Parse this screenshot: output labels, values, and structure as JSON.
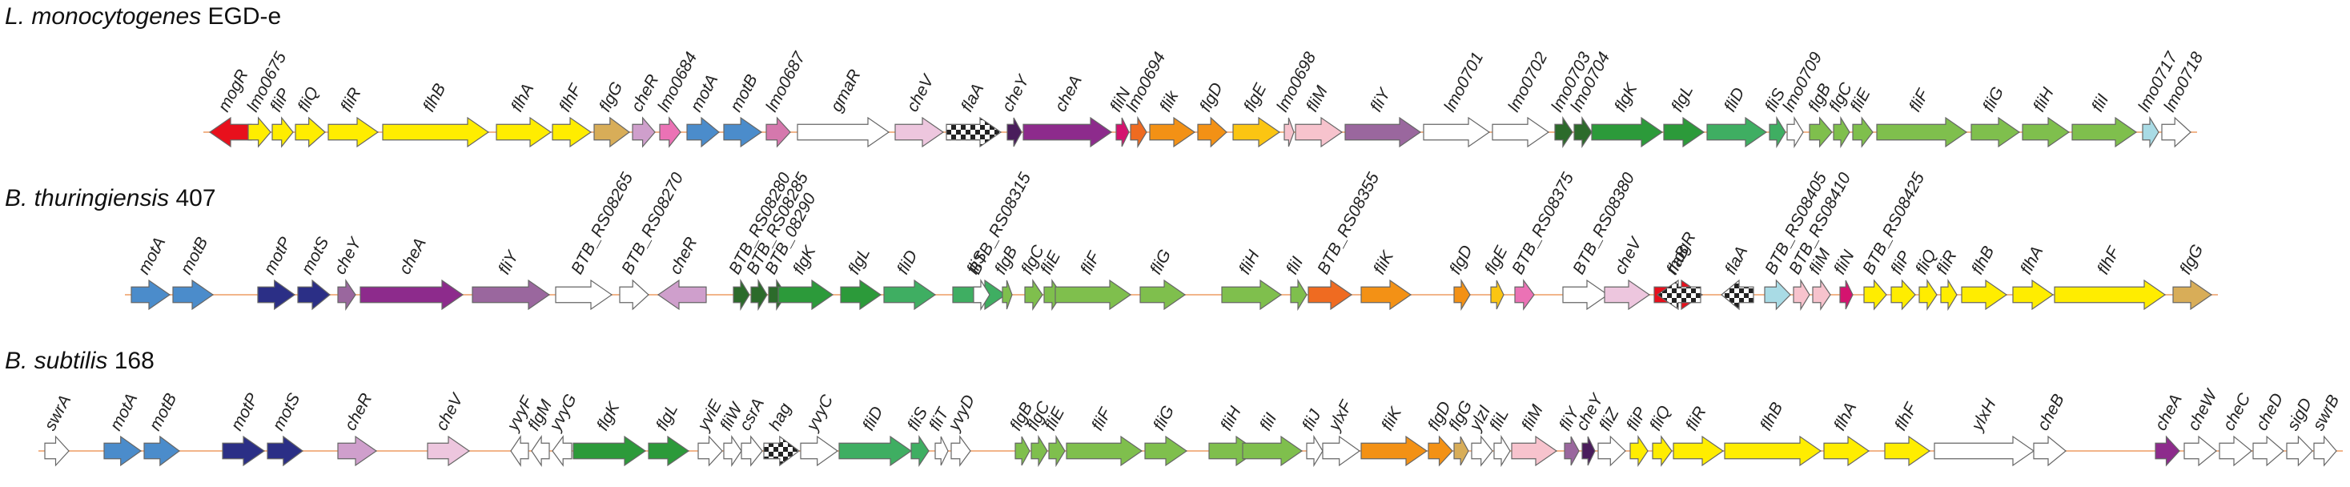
{
  "colors": {
    "red": "#e8101c",
    "yellow": "#ffed00",
    "tan": "#d8ad58",
    "lavender": "#cf9fcc",
    "pink_magenta": "#eb72b5",
    "blue": "#4b8ccb",
    "navy": "#2b2f86",
    "mauve": "#d578ad",
    "white": "#ffffff",
    "pale_pink": "#edc6de",
    "checker": "#222222",
    "purple": "#8d2b8c",
    "dark_purple": "#4a1d5c",
    "magenta": "#d4136f",
    "orange_red": "#ef6b21",
    "orange": "#f39115",
    "gold": "#fbc512",
    "light_pink": "#f7c3cd",
    "violet": "#9a679e",
    "dark_green": "#2c6b2b",
    "green": "#2c9a3a",
    "mid_green": "#3fae62",
    "lime": "#7fbf4d",
    "light_blue": "#a9dbe5",
    "stroke": "#666666",
    "axis": "#f2b58a"
  },
  "tracks": [
    {
      "title_italic": "L. monocytogenes",
      "title_plain": " EGD-e",
      "genes": [
        {
          "label": "mogR",
          "dir": "left",
          "color": "red"
        },
        {
          "label": "lmo0675",
          "dir": "right",
          "color": "yellow"
        },
        {
          "label": "fliP",
          "dir": "right",
          "color": "yellow"
        },
        {
          "label": "fliQ",
          "dir": "right",
          "color": "yellow"
        },
        {
          "label": "fliR",
          "dir": "right",
          "color": "yellow"
        },
        {
          "label": "flhB",
          "dir": "right",
          "color": "yellow"
        },
        {
          "label": "flhA",
          "dir": "right",
          "color": "yellow"
        },
        {
          "label": "flhF",
          "dir": "right",
          "color": "yellow"
        },
        {
          "label": "flgG",
          "dir": "right",
          "color": "tan"
        },
        {
          "label": "cheR",
          "dir": "right",
          "color": "lavender"
        },
        {
          "label": "lmo0684",
          "dir": "right",
          "color": "pink_magenta"
        },
        {
          "label": "motA",
          "dir": "right",
          "color": "blue"
        },
        {
          "label": "motB",
          "dir": "right",
          "color": "blue"
        },
        {
          "label": "lmo0687",
          "dir": "right",
          "color": "mauve"
        },
        {
          "label": "gmaR",
          "dir": "right",
          "color": "white"
        },
        {
          "label": "cheV",
          "dir": "right",
          "color": "pale_pink"
        },
        {
          "label": "flaA",
          "dir": "right",
          "color": "checker"
        },
        {
          "label": "cheY",
          "dir": "right",
          "color": "dark_purple"
        },
        {
          "label": "cheA",
          "dir": "right",
          "color": "purple"
        },
        {
          "label": "fliN",
          "dir": "right",
          "color": "magenta"
        },
        {
          "label": "lmo0694",
          "dir": "right",
          "color": "orange_red"
        },
        {
          "label": "flik",
          "dir": "right",
          "color": "orange"
        },
        {
          "label": "flgD",
          "dir": "right",
          "color": "orange"
        },
        {
          "label": "flgE",
          "dir": "right",
          "color": "gold"
        },
        {
          "label": "lmo0698",
          "dir": "right",
          "color": "light_pink"
        },
        {
          "label": "fliM",
          "dir": "right",
          "color": "light_pink"
        },
        {
          "label": "fliY",
          "dir": "right",
          "color": "violet"
        },
        {
          "label": "lmo0701",
          "dir": "right",
          "color": "white"
        },
        {
          "label": "lmo0702",
          "dir": "right",
          "color": "white"
        },
        {
          "label": "lmo0703",
          "dir": "right",
          "color": "dark_green"
        },
        {
          "label": "lmo0704",
          "dir": "right",
          "color": "dark_green"
        },
        {
          "label": "flgK",
          "dir": "right",
          "color": "green"
        },
        {
          "label": "flgL",
          "dir": "right",
          "color": "green"
        },
        {
          "label": "fliD",
          "dir": "right",
          "color": "mid_green"
        },
        {
          "label": "fliS",
          "dir": "right",
          "color": "mid_green"
        },
        {
          "label": "lmo0709",
          "dir": "right",
          "color": "white"
        },
        {
          "label": "flgB",
          "dir": "right",
          "color": "lime"
        },
        {
          "label": "flgC",
          "dir": "right",
          "color": "lime"
        },
        {
          "label": "fliE",
          "dir": "right",
          "color": "lime"
        },
        {
          "label": "fliF",
          "dir": "right",
          "color": "lime"
        },
        {
          "label": "fliG",
          "dir": "right",
          "color": "lime"
        },
        {
          "label": "fliH",
          "dir": "right",
          "color": "lime"
        },
        {
          "label": "fliI",
          "dir": "right",
          "color": "lime"
        },
        {
          "label": "lmo0717",
          "dir": "right",
          "color": "light_blue"
        },
        {
          "label": "lmo0718",
          "dir": "right",
          "color": "white"
        }
      ]
    },
    {
      "title_italic": "B. thuringiensis",
      "title_plain": " 407",
      "genes": [
        {
          "label": "motA",
          "dir": "right",
          "color": "blue"
        },
        {
          "label": "motB",
          "dir": "right",
          "color": "blue"
        },
        {
          "label": "motP",
          "dir": "right",
          "color": "navy"
        },
        {
          "label": "motS",
          "dir": "right",
          "color": "navy"
        },
        {
          "label": "cheY",
          "dir": "right",
          "color": "violet"
        },
        {
          "label": "cheA",
          "dir": "right",
          "color": "purple"
        },
        {
          "label": "fliY",
          "dir": "right",
          "color": "violet"
        },
        {
          "label": "BTB_RS08265",
          "dir": "right",
          "color": "white"
        },
        {
          "label": "BTB_RS08270",
          "dir": "right",
          "color": "white"
        },
        {
          "label": "cheR",
          "dir": "left",
          "color": "lavender"
        },
        {
          "label": "BTB_RS08280",
          "dir": "right",
          "color": "dark_green"
        },
        {
          "label": "BTB_RS08285",
          "dir": "right",
          "color": "dark_green"
        },
        {
          "label": "BTB_08290",
          "dir": "right",
          "color": "dark_green"
        },
        {
          "label": "flgK",
          "dir": "right",
          "color": "green"
        },
        {
          "label": "flgL",
          "dir": "right",
          "color": "green"
        },
        {
          "label": "fliD",
          "dir": "right",
          "color": "mid_green"
        },
        {
          "label": "fliS",
          "dir": "right",
          "color": "mid_green"
        },
        {
          "label": "BTB_RS08315",
          "dir": "right",
          "color": "white"
        },
        {
          "label": "flgB",
          "dir": "right",
          "color": "lime"
        },
        {
          "label": "flgC",
          "dir": "right",
          "color": "lime"
        },
        {
          "label": "fliE",
          "dir": "right",
          "color": "lime"
        },
        {
          "label": "fliF",
          "dir": "right",
          "color": "lime"
        },
        {
          "label": "fliG",
          "dir": "right",
          "color": "lime"
        },
        {
          "label": "fliH",
          "dir": "right",
          "color": "lime"
        },
        {
          "label": "fliI",
          "dir": "right",
          "color": "lime"
        },
        {
          "label": "BTB_RS08355",
          "dir": "right",
          "color": "orange_red"
        },
        {
          "label": "fliK",
          "dir": "right",
          "color": "orange"
        },
        {
          "label": "flgD",
          "dir": "right",
          "color": "orange"
        },
        {
          "label": "flgE",
          "dir": "right",
          "color": "gold"
        },
        {
          "label": "BTB_RS08375",
          "dir": "right",
          "color": "pink_magenta"
        },
        {
          "label": "BTB_RS08380",
          "dir": "right",
          "color": "white"
        },
        {
          "label": "cheV",
          "dir": "right",
          "color": "pale_pink"
        },
        {
          "label": "mogR",
          "dir": "right",
          "color": "red"
        },
        {
          "label": "flaB",
          "dir": "left",
          "color": "checker"
        },
        {
          "label": "flaA",
          "dir": "left",
          "color": "checker"
        },
        {
          "label": "BTB_RS08405",
          "dir": "right",
          "color": "light_blue"
        },
        {
          "label": "BTB_RS08410",
          "dir": "right",
          "color": "light_pink"
        },
        {
          "label": "fliM",
          "dir": "right",
          "color": "light_pink"
        },
        {
          "label": "fliN",
          "dir": "right",
          "color": "magenta"
        },
        {
          "label": "BTB_RS08425",
          "dir": "right",
          "color": "yellow"
        },
        {
          "label": "fliP",
          "dir": "right",
          "color": "yellow"
        },
        {
          "label": "fliQ",
          "dir": "right",
          "color": "yellow"
        },
        {
          "label": "fliR",
          "dir": "right",
          "color": "yellow"
        },
        {
          "label": "flhB",
          "dir": "right",
          "color": "yellow"
        },
        {
          "label": "flhA",
          "dir": "right",
          "color": "yellow"
        },
        {
          "label": "flhF",
          "dir": "right",
          "color": "yellow"
        },
        {
          "label": "flgG",
          "dir": "right",
          "color": "tan"
        }
      ]
    },
    {
      "title_italic": "B. subtilis",
      "title_plain": " 168",
      "genes": [
        {
          "label": "swrA",
          "dir": "right",
          "color": "white"
        },
        {
          "label": "motA",
          "dir": "right",
          "color": "blue"
        },
        {
          "label": "motB",
          "dir": "right",
          "color": "blue"
        },
        {
          "label": "motP",
          "dir": "right",
          "color": "navy"
        },
        {
          "label": "motS",
          "dir": "right",
          "color": "navy"
        },
        {
          "label": "cheR",
          "dir": "right",
          "color": "lavender"
        },
        {
          "label": "cheV",
          "dir": "right",
          "color": "pale_pink"
        },
        {
          "label": "yvyF",
          "dir": "left",
          "color": "white"
        },
        {
          "label": "flgM",
          "dir": "left",
          "color": "white"
        },
        {
          "label": "yvyG",
          "dir": "left",
          "color": "white"
        },
        {
          "label": "flgK",
          "dir": "right",
          "color": "green"
        },
        {
          "label": "flgL",
          "dir": "right",
          "color": "green"
        },
        {
          "label": "yviE",
          "dir": "right",
          "color": "white"
        },
        {
          "label": "fliW",
          "dir": "right",
          "color": "white"
        },
        {
          "label": "csrA",
          "dir": "right",
          "color": "white"
        },
        {
          "label": "hag",
          "dir": "right",
          "color": "checker"
        },
        {
          "label": "yvyC",
          "dir": "right",
          "color": "white"
        },
        {
          "label": "fliD",
          "dir": "right",
          "color": "mid_green"
        },
        {
          "label": "fliS",
          "dir": "right",
          "color": "mid_green"
        },
        {
          "label": "fliT",
          "dir": "right",
          "color": "white"
        },
        {
          "label": "yvyD",
          "dir": "right",
          "color": "white"
        },
        {
          "label": "flgB",
          "dir": "right",
          "color": "lime"
        },
        {
          "label": "flgC",
          "dir": "right",
          "color": "lime"
        },
        {
          "label": "fliE",
          "dir": "right",
          "color": "lime"
        },
        {
          "label": "fliF",
          "dir": "right",
          "color": "lime"
        },
        {
          "label": "fliG",
          "dir": "right",
          "color": "lime"
        },
        {
          "label": "fliH",
          "dir": "right",
          "color": "lime"
        },
        {
          "label": "fliI",
          "dir": "right",
          "color": "lime"
        },
        {
          "label": "fliJ",
          "dir": "right",
          "color": "white"
        },
        {
          "label": "ylxF",
          "dir": "right",
          "color": "white"
        },
        {
          "label": "fliK",
          "dir": "right",
          "color": "orange"
        },
        {
          "label": "flgD",
          "dir": "right",
          "color": "orange"
        },
        {
          "label": "flgG",
          "dir": "right",
          "color": "tan"
        },
        {
          "label": "ylzI",
          "dir": "right",
          "color": "white"
        },
        {
          "label": "fliL",
          "dir": "right",
          "color": "white"
        },
        {
          "label": "fliM",
          "dir": "right",
          "color": "light_pink"
        },
        {
          "label": "fliY",
          "dir": "right",
          "color": "violet"
        },
        {
          "label": "cheY",
          "dir": "right",
          "color": "dark_purple"
        },
        {
          "label": "fliZ",
          "dir": "right",
          "color": "white"
        },
        {
          "label": "fliP",
          "dir": "right",
          "color": "yellow"
        },
        {
          "label": "fliQ",
          "dir": "right",
          "color": "yellow"
        },
        {
          "label": "fliR",
          "dir": "right",
          "color": "yellow"
        },
        {
          "label": "flhB",
          "dir": "right",
          "color": "yellow"
        },
        {
          "label": "flhA",
          "dir": "right",
          "color": "yellow"
        },
        {
          "label": "flhF",
          "dir": "right",
          "color": "yellow"
        },
        {
          "label": "ylxH",
          "dir": "right",
          "color": "white"
        },
        {
          "label": "cheB",
          "dir": "right",
          "color": "white"
        },
        {
          "label": "cheA",
          "dir": "right",
          "color": "purple"
        },
        {
          "label": "cheW",
          "dir": "right",
          "color": "white"
        },
        {
          "label": "cheC",
          "dir": "right",
          "color": "white"
        },
        {
          "label": "cheD",
          "dir": "right",
          "color": "white"
        },
        {
          "label": "sigD",
          "dir": "right",
          "color": "white"
        },
        {
          "label": "swrB",
          "dir": "right",
          "color": "white"
        }
      ]
    }
  ]
}
